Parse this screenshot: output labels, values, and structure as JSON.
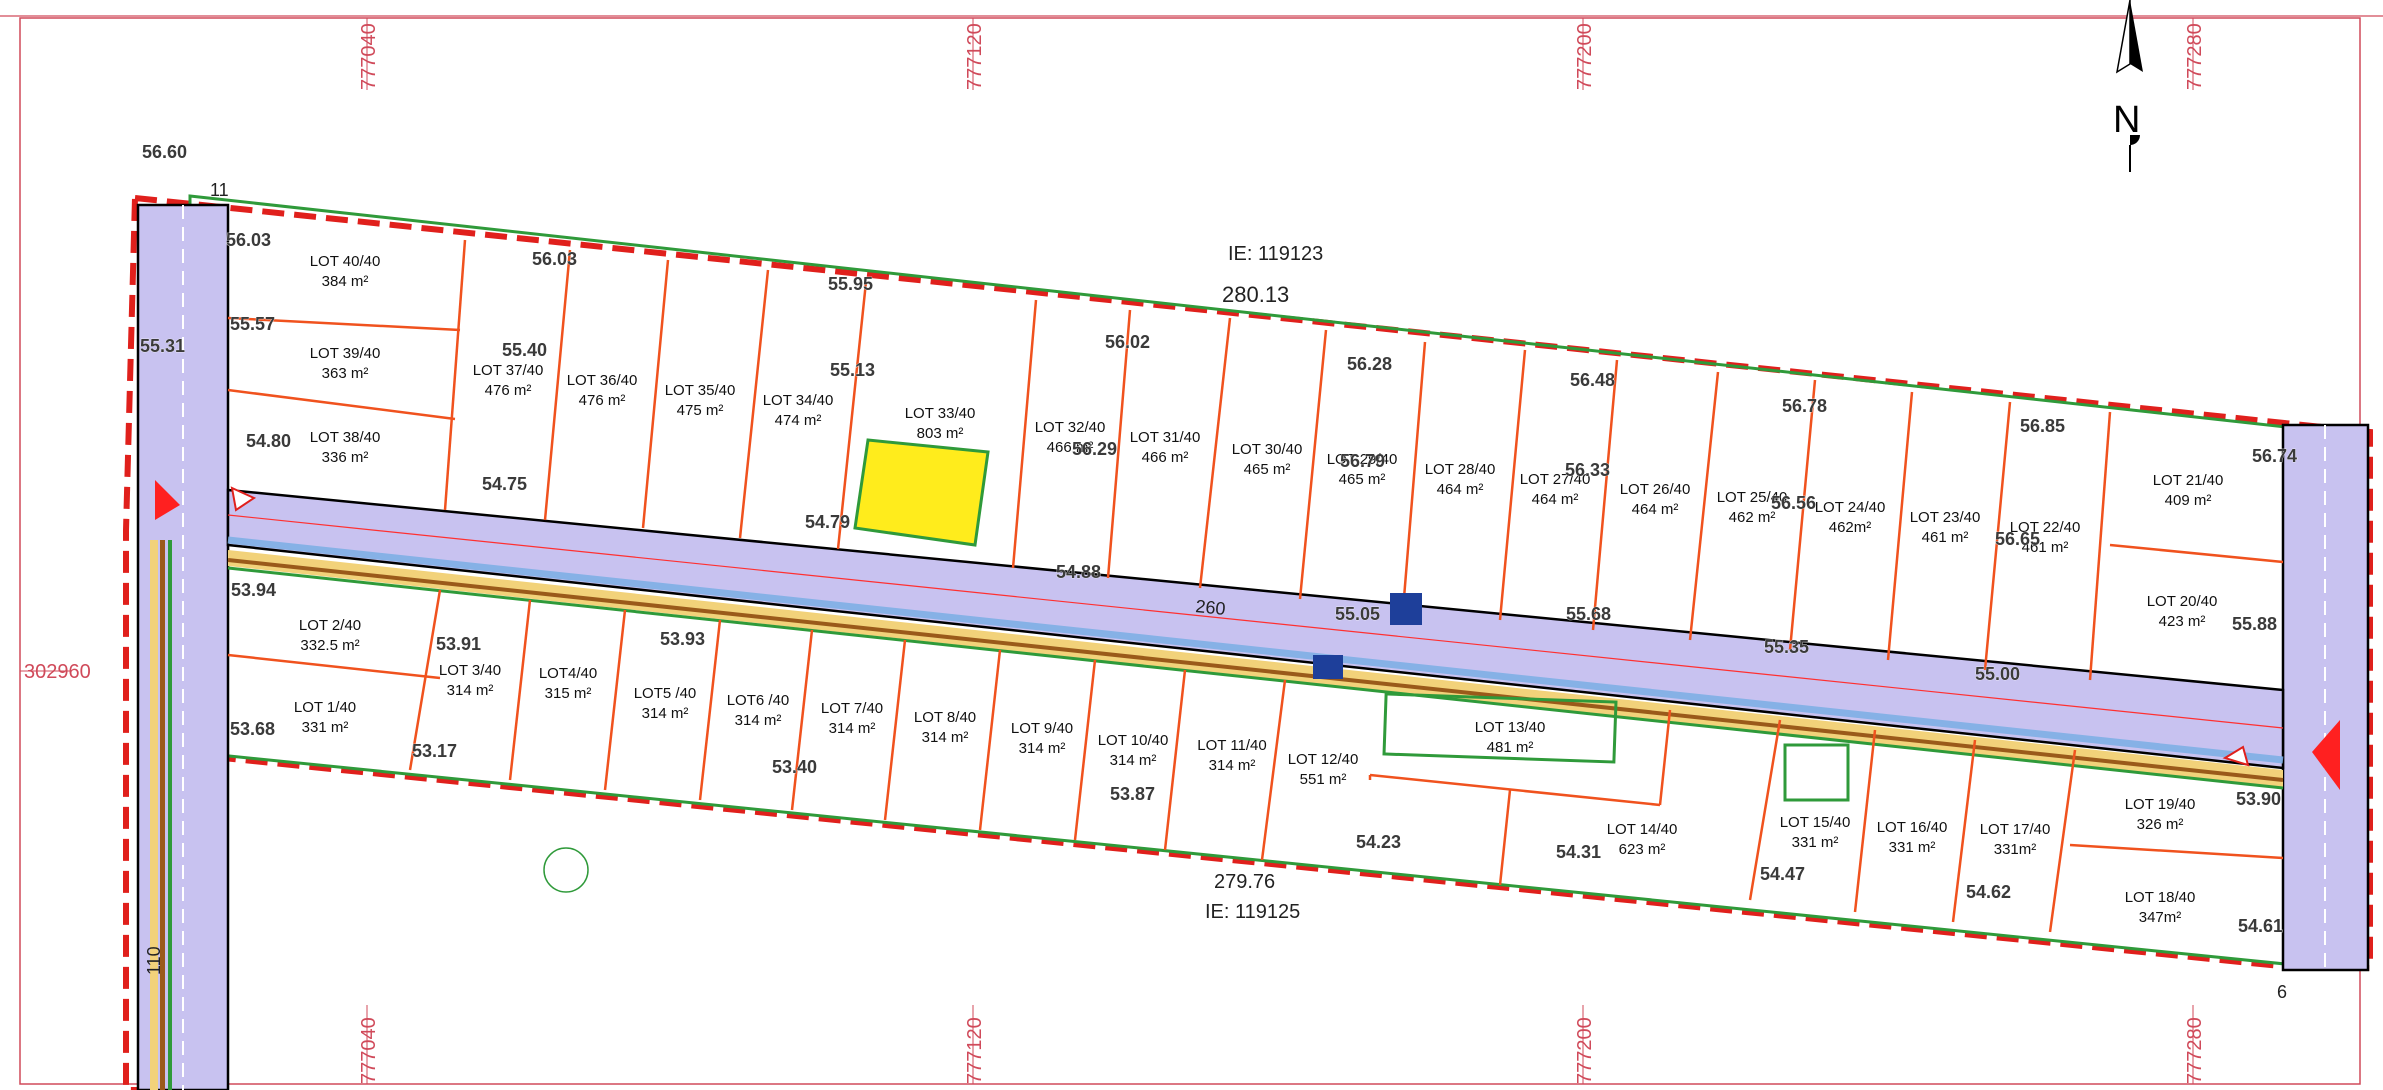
{
  "colors": {
    "boundary_red": "#e0201c",
    "boundary_green": "#2f9a3a",
    "lot_line": "#f0521e",
    "road_fill": "#c8c2f0",
    "grid_red": "#d04a5a",
    "highlight_yellow": "#ffec1c",
    "offset_blue": "#7fb0e6"
  },
  "north": {
    "label": "N"
  },
  "grid": {
    "x_labels": [
      "777040",
      "777120",
      "777200",
      "777280"
    ],
    "y_label": "302960"
  },
  "road": {
    "main_length": "260",
    "side_length": "110",
    "point_a": "11",
    "point_b": "6"
  },
  "ie": {
    "north": "IE: 119123",
    "south": "IE: 119125"
  },
  "dims": {
    "north": "280.13",
    "south": "279.76"
  },
  "lots": [
    {
      "name": "LOT 40/40",
      "area": "384 m²"
    },
    {
      "name": "LOT 39/40",
      "area": "363 m²"
    },
    {
      "name": "LOT 38/40",
      "area": "336 m²"
    },
    {
      "name": "LOT 37/40",
      "area": "476 m²"
    },
    {
      "name": "LOT 36/40",
      "area": "476 m²"
    },
    {
      "name": "LOT 35/40",
      "area": "475 m²"
    },
    {
      "name": "LOT 34/40",
      "area": "474 m²"
    },
    {
      "name": "LOT 33/40",
      "area": "803 m²"
    },
    {
      "name": "LOT 32/40",
      "area": "466 m²"
    },
    {
      "name": "LOT 31/40",
      "area": "466 m²"
    },
    {
      "name": "LOT 30/40",
      "area": "465 m²"
    },
    {
      "name": "LOT 29/40",
      "area": "465 m²"
    },
    {
      "name": "LOT 28/40",
      "area": "464 m²"
    },
    {
      "name": "LOT 27/40",
      "area": "464 m²"
    },
    {
      "name": "LOT 26/40",
      "area": "464 m²"
    },
    {
      "name": "LOT 25/40",
      "area": "462 m²"
    },
    {
      "name": "LOT 24/40",
      "area": "462m²"
    },
    {
      "name": "LOT 23/40",
      "area": "461 m²"
    },
    {
      "name": "LOT 22/40",
      "area": "461 m²"
    },
    {
      "name": "LOT 21/40",
      "area": "409 m²"
    },
    {
      "name": "LOT 20/40",
      "area": "423 m²"
    },
    {
      "name": "LOT 2/40",
      "area": "332.5 m²"
    },
    {
      "name": "LOT 1/40",
      "area": "331 m²"
    },
    {
      "name": "LOT 3/40",
      "area": "314 m²"
    },
    {
      "name": "LOT4/40",
      "area": "315 m²"
    },
    {
      "name": "LOT5 /40",
      "area": "314 m²"
    },
    {
      "name": "LOT6 /40",
      "area": "314 m²"
    },
    {
      "name": "LOT 7/40",
      "area": "314 m²"
    },
    {
      "name": "LOT 8/40",
      "area": "314 m²"
    },
    {
      "name": "LOT 9/40",
      "area": "314 m²"
    },
    {
      "name": "LOT 10/40",
      "area": "314 m²"
    },
    {
      "name": "LOT 11/40",
      "area": "314 m²"
    },
    {
      "name": "LOT 12/40",
      "area": "551 m²"
    },
    {
      "name": "LOT 13/40",
      "area": "481 m²"
    },
    {
      "name": "LOT 14/40",
      "area": "623 m²"
    },
    {
      "name": "LOT 15/40",
      "area": "331 m²"
    },
    {
      "name": "LOT 16/40",
      "area": "331 m²"
    },
    {
      "name": "LOT 17/40",
      "area": "331m²"
    },
    {
      "name": "LOT 19/40",
      "area": "326 m²"
    },
    {
      "name": "LOT 18/40",
      "area": "347m²"
    }
  ],
  "elevations": [
    "56.60",
    "56.03",
    "56.03",
    "55.95",
    "55.57",
    "55.31",
    "55.40",
    "55.13",
    "56.02",
    "56.28",
    "56.48",
    "56.78",
    "56.85",
    "56.74",
    "54.80",
    "54.75",
    "54.79",
    "56.29",
    "56.79",
    "56.33",
    "56.56",
    "56.65",
    "54.88",
    "55.05",
    "55.68",
    "55.35",
    "55.00",
    "55.88",
    "53.94",
    "53.91",
    "53.93",
    "53.68",
    "53.17",
    "53.40",
    "53.87",
    "54.23",
    "54.31",
    "54.47",
    "54.62",
    "54.61",
    "53.90"
  ]
}
